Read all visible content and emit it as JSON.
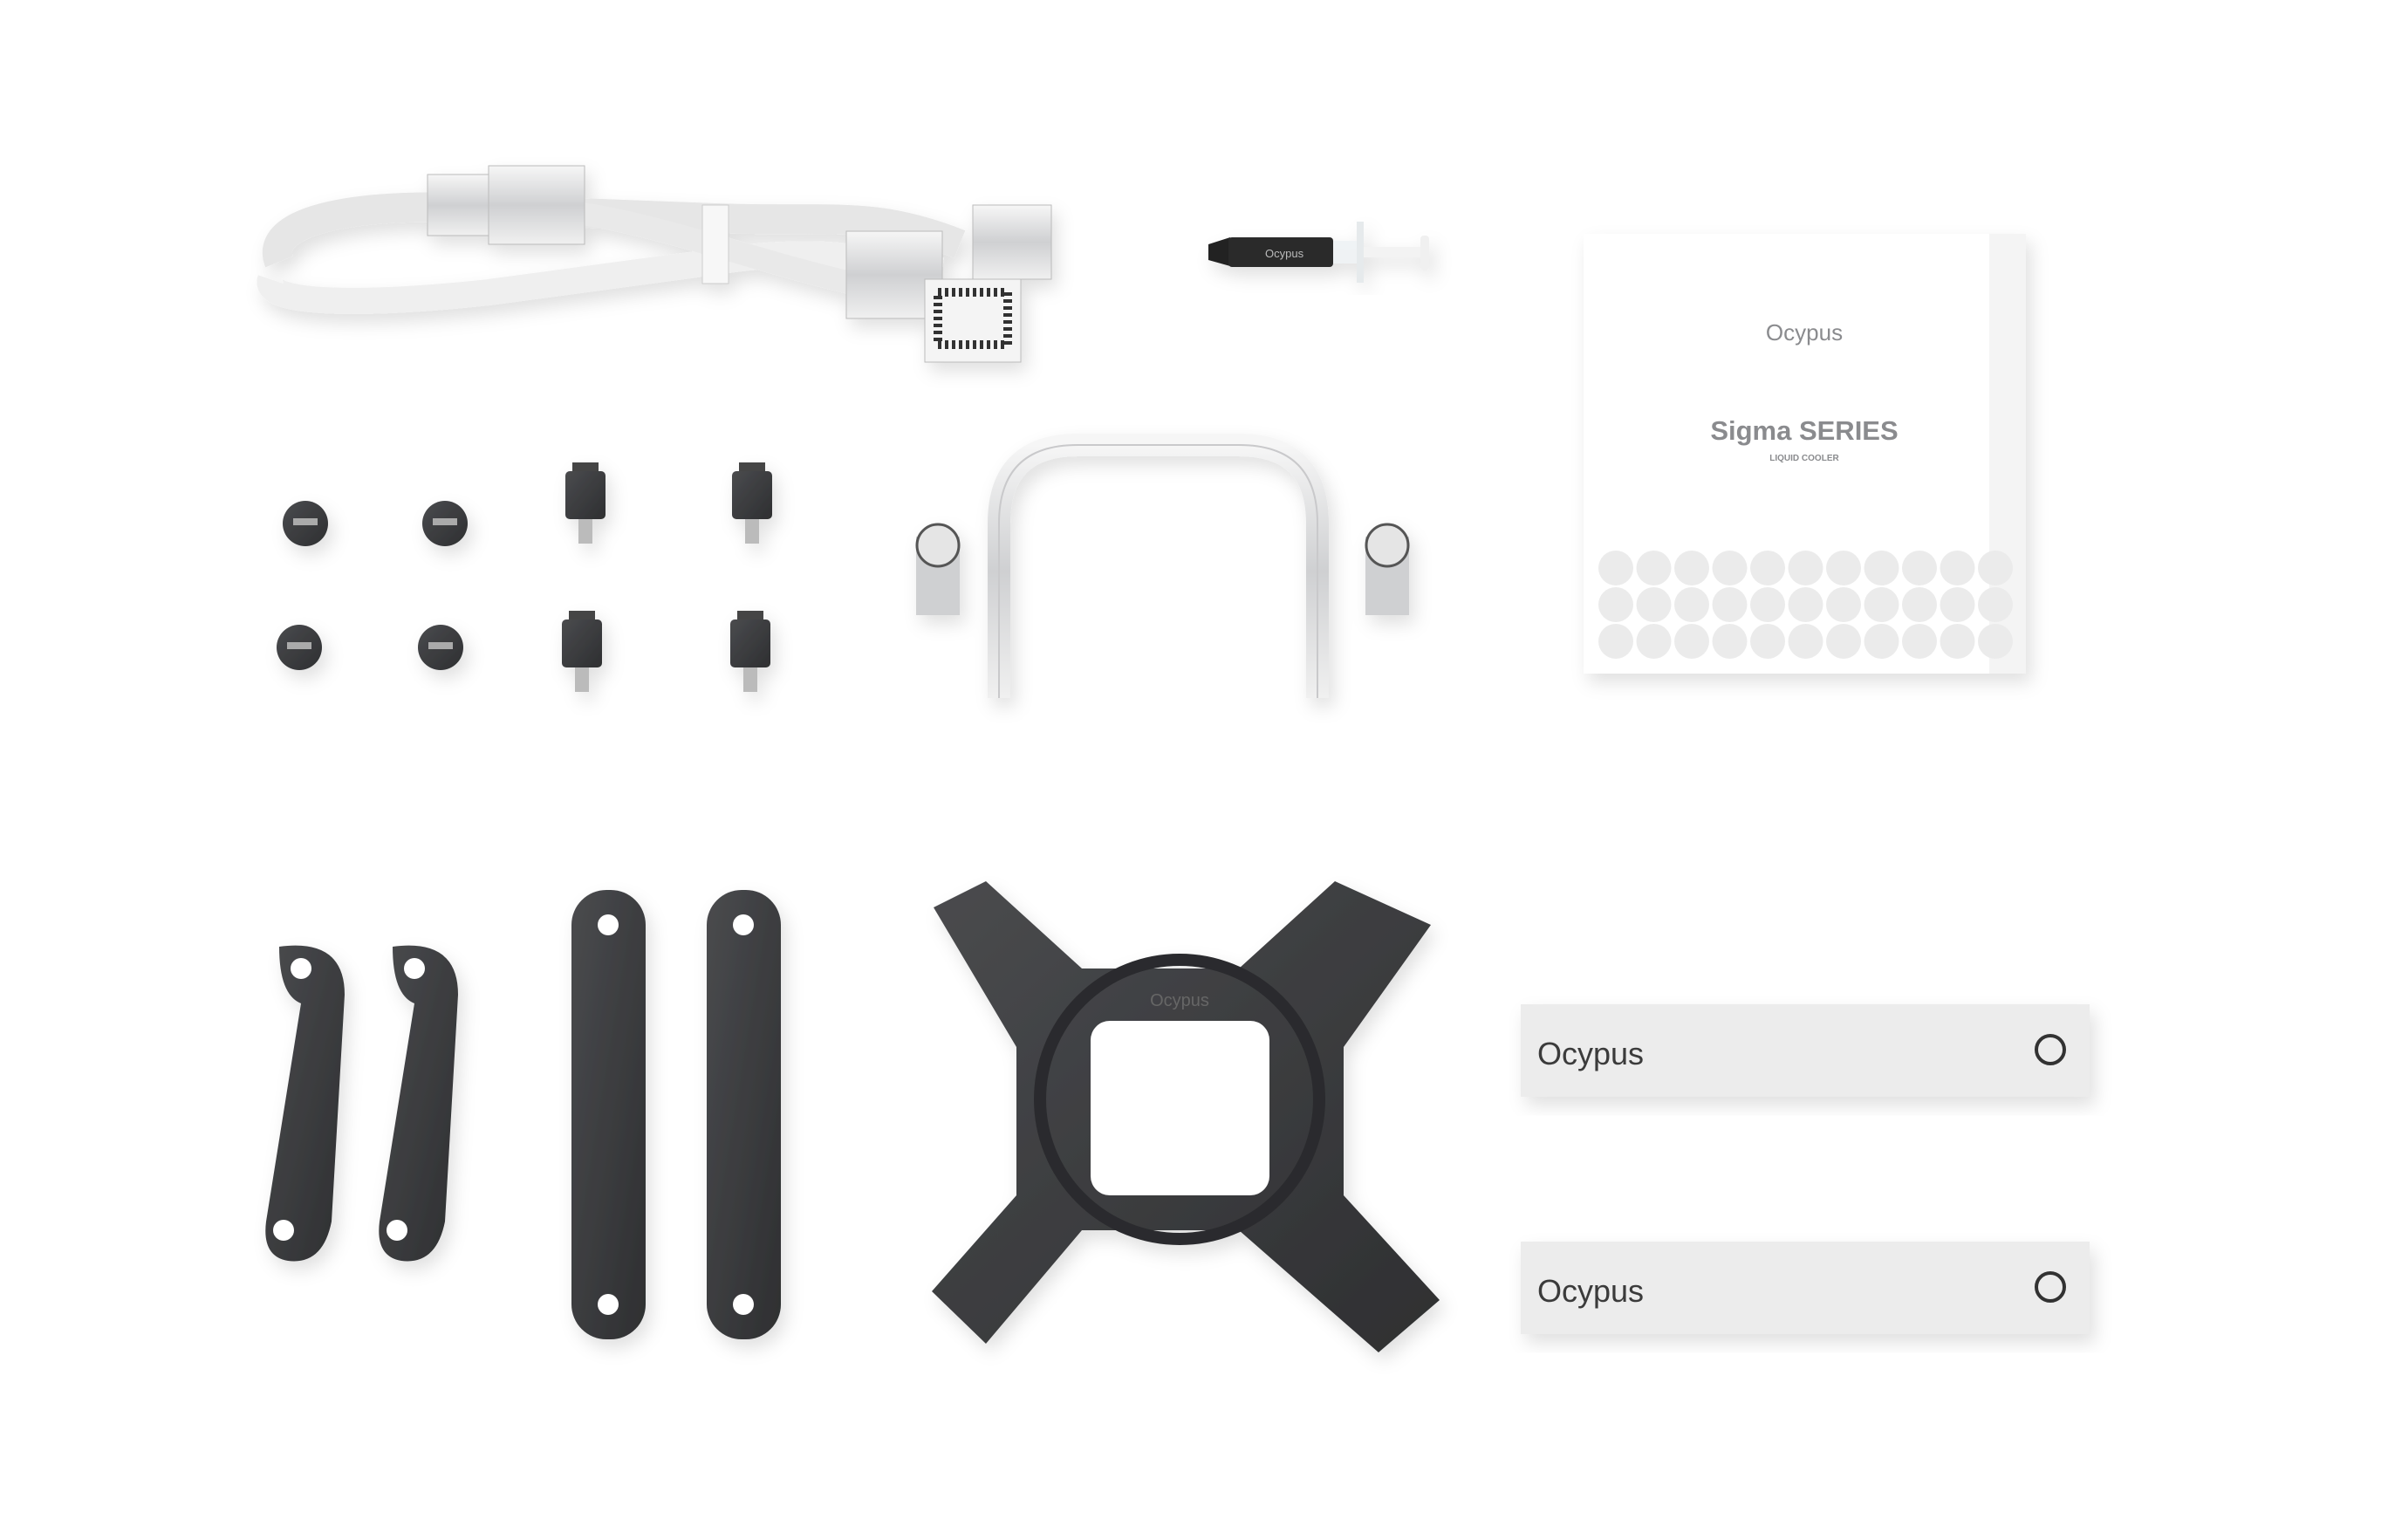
{
  "scene": {
    "title": "Ocypus Sigma Series liquid cooler accessory kit",
    "colors": {
      "background": "#ffffff",
      "metal_dark": "#3a3b3d",
      "cable_white": "#f2f2f2",
      "manual_text": "#8a8b8e"
    }
  },
  "manual": {
    "brand": "Ocypus",
    "series": "Sigma SERIES",
    "subtitle": "LIQUID COOLER"
  },
  "syringe": {
    "brand": "Ocypus"
  },
  "backplate": {
    "brand": "Ocypus"
  },
  "straps": [
    {
      "brand": "Ocypus"
    },
    {
      "brand": "Ocypus"
    }
  ]
}
